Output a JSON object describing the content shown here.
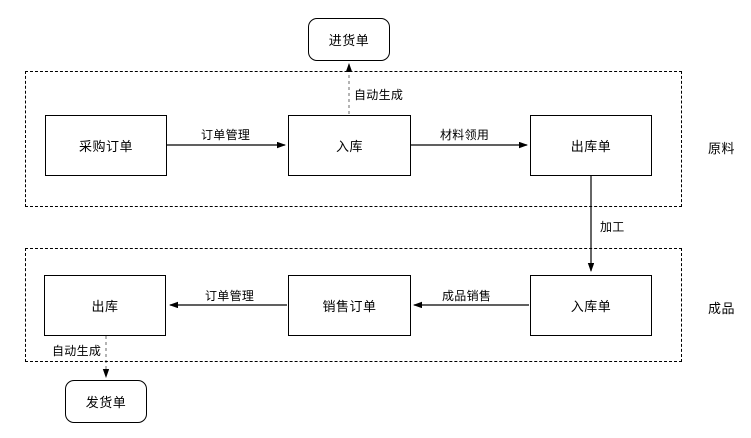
{
  "diagram": {
    "title_nodes": [
      {
        "id": "purchase-receipt-note",
        "label": "进货单",
        "shape": "rounded-rect"
      },
      {
        "id": "purchase-order",
        "label": "采购订单",
        "shape": "rect"
      },
      {
        "id": "raw-inbound",
        "label": "入库",
        "shape": "rect"
      },
      {
        "id": "raw-outbound-note",
        "label": "出库单",
        "shape": "rect"
      },
      {
        "id": "finished-inbound-note",
        "label": "入库单",
        "shape": "rect"
      },
      {
        "id": "sales-order",
        "label": "销售订单",
        "shape": "rect"
      },
      {
        "id": "finished-outbound",
        "label": "出库",
        "shape": "rect"
      },
      {
        "id": "shipping-note",
        "label": "发货单",
        "shape": "rounded-rect"
      }
    ],
    "groups": [
      {
        "id": "raw-material-group",
        "label": "原料"
      },
      {
        "id": "finished-goods-group",
        "label": "成品"
      }
    ],
    "edges": [
      {
        "id": "edge-auto-generate-top",
        "label": "自动生成",
        "style": "dashed",
        "from": "raw-inbound",
        "to": "purchase-receipt-note"
      },
      {
        "id": "edge-order-management-top",
        "label": "订单管理",
        "style": "solid",
        "from": "purchase-order",
        "to": "raw-inbound"
      },
      {
        "id": "edge-material-requisition",
        "label": "材料领用",
        "style": "solid",
        "from": "raw-inbound",
        "to": "raw-outbound-note"
      },
      {
        "id": "edge-processing",
        "label": "加工",
        "style": "solid",
        "from": "raw-outbound-note",
        "to": "finished-inbound-note"
      },
      {
        "id": "edge-finished-sales",
        "label": "成品销售",
        "style": "solid",
        "from": "finished-inbound-note",
        "to": "sales-order"
      },
      {
        "id": "edge-order-management-bottom",
        "label": "订单管理",
        "style": "solid",
        "from": "sales-order",
        "to": "finished-outbound"
      },
      {
        "id": "edge-auto-generate-bottom",
        "label": "自动生成",
        "style": "dashed",
        "from": "finished-outbound",
        "to": "shipping-note"
      }
    ],
    "colors": {
      "stroke": "#000000",
      "fill": "#ffffff",
      "text": "#000000"
    }
  }
}
